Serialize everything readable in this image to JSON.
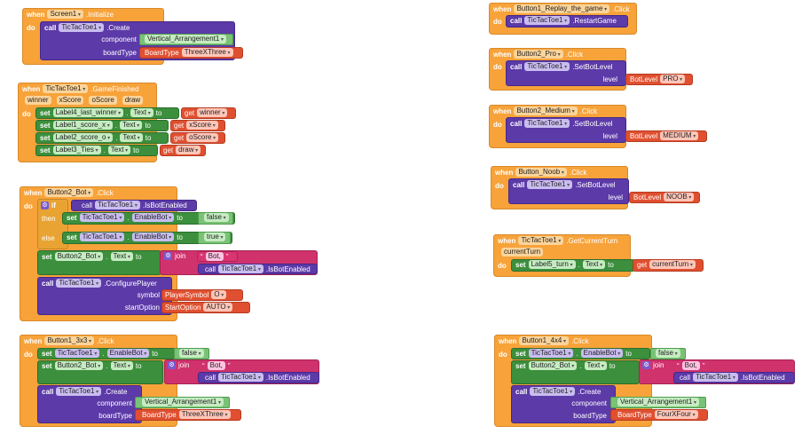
{
  "kw": {
    "when": "when",
    "do": "do",
    "call": "call",
    "set": "set",
    "to": "to",
    "get": "get",
    "if": "if",
    "then": "then",
    "else": "else",
    "join": "join"
  },
  "labels": {
    "component": "component",
    "boardType": "boardType",
    "level": "level",
    "symbol": "symbol",
    "startOption": "startOption"
  },
  "b1": {
    "comp": "Screen1",
    "event": ".Initialize",
    "obj": "TicTacToe1",
    "method": ".Create",
    "arrangement": "Vertical_Arrangement1",
    "bt_type": "BoardType",
    "bt_value": "ThreeXThree"
  },
  "b2": {
    "comp": "TicTacToe1",
    "event": ".GameFinished",
    "params": [
      "winner",
      "xScore",
      "oScore",
      "draw"
    ],
    "rows": [
      {
        "label": "Label4_last_winner",
        "prop": "Text",
        "var": "winner"
      },
      {
        "label": "Label1_score_x",
        "prop": "Text",
        "var": "xScore"
      },
      {
        "label": "Label2_score_o",
        "prop": "Text",
        "var": "oScore"
      },
      {
        "label": "Label3_Ties",
        "prop": "Text",
        "var": "draw"
      }
    ]
  },
  "b3": {
    "comp": "Button2_Bot",
    "event": ".Click",
    "obj": "TicTacToe1",
    "isbot": ".IsBotEnabled",
    "enablebot": "EnableBot",
    "false": "false",
    "true": "true",
    "btn": "Button2_Bot",
    "prop": "Text",
    "str": "Bot,",
    "configure": ".ConfigurePlayer",
    "sym_type": "PlayerSymbol",
    "sym_val": "O",
    "so_type": "StartOption",
    "so_val": "AUTO"
  },
  "b4": {
    "comp": "Button1_3x3",
    "event": ".Click",
    "obj": "TicTacToe1",
    "enablebot": "EnableBot",
    "false": "false",
    "btn": "Button2_Bot",
    "prop": "Text",
    "str": "Bot,",
    "isbot": ".IsBotEnabled",
    "method": ".Create",
    "arrangement": "Vertical_Arrangement1",
    "bt_type": "BoardType",
    "bt_value": "ThreeXThree"
  },
  "b5": {
    "comp": "Button1_Replay_the_game",
    "event": ".Click",
    "obj": "TicTacToe1",
    "method": ".RestartGame"
  },
  "b6": {
    "comp": "Button2_Pro",
    "event": ".Click",
    "obj": "TicTacToe1",
    "method": ".SetBotLevel",
    "lvl_type": "BotLevel",
    "lvl_val": "PRO"
  },
  "b7": {
    "comp": "Button2_Medium",
    "event": ".Click",
    "obj": "TicTacToe1",
    "method": ".SetBotLevel",
    "lvl_type": "BotLevel",
    "lvl_val": "MEDIUM"
  },
  "b8": {
    "comp": "Button_Noob",
    "event": ".Click",
    "obj": "TicTacToe1",
    "method": ".SetBotLevel",
    "lvl_type": "BotLevel",
    "lvl_val": "NOOB"
  },
  "b9": {
    "comp": "TicTacToe1",
    "event": ".GetCurrentTurn",
    "param": "currentTurn",
    "label": "Label5_turn",
    "prop": "Text",
    "var": "currentTurn"
  },
  "b10": {
    "comp": "Button1_4x4",
    "event": ".Click",
    "obj": "TicTacToe1",
    "enablebot": "EnableBot",
    "false": "false",
    "btn": "Button2_Bot",
    "prop": "Text",
    "str": "Bot,",
    "isbot": ".IsBotEnabled",
    "method": ".Create",
    "arrangement": "Vertical_Arrangement1",
    "bt_type": "BoardType",
    "bt_value": "FourXFour"
  },
  "colors": {
    "event": "#f7a33a",
    "component": "#5c3aa8",
    "setter": "#3c8f3c",
    "enum": "#e05030",
    "text": "#d0326c",
    "logic": "#79c276",
    "control": "#e8a332"
  }
}
